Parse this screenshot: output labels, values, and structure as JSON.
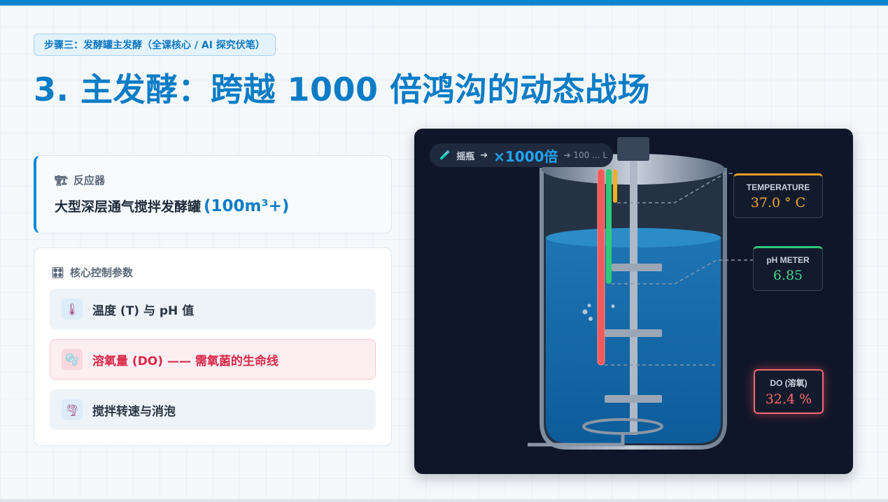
{
  "header": {
    "step_tag": "步骤三：发酵罐主发酵（全课核心 / AI 探究伏笔）",
    "title": "3. 主发酵：跨越 1000 倍鸿沟的动态战场"
  },
  "reactor_card": {
    "heading": "反应器",
    "heading_icon": "🏗",
    "name": "大型深层通气搅拌发酵罐",
    "capacity": "(100m³+)"
  },
  "params_card": {
    "heading": "核心控制参数",
    "heading_icon": "🎛",
    "items": [
      {
        "label": "温度 (T) 与 pH 值",
        "icon": "🌡"
      },
      {
        "label": "溶氧量 (DO) —— 需氧菌的生命线",
        "icon": "🫧"
      },
      {
        "label": "搅拌转速与消泡",
        "icon": "🌪"
      }
    ]
  },
  "fermenter": {
    "flow": {
      "icon": "🧪",
      "from": "摇瓶",
      "arrow": "➔",
      "scale": "×1000倍",
      "next": "➔ 100 ... L"
    },
    "readouts": {
      "temperature": {
        "label": "TEMPERATURE",
        "value": "37.0 ° C"
      },
      "ph": {
        "label": "pH METER",
        "value": "6.85"
      },
      "do": {
        "label": "DO (溶氧)",
        "value": "32.4 %"
      }
    }
  },
  "colors": {
    "accent": "#0b7cc6",
    "alert": "#d92a4a",
    "temperature": "#f3ab2a",
    "ph": "#3fd68a",
    "do": "#ff6b6b",
    "panel_bg": "#0f1629"
  }
}
